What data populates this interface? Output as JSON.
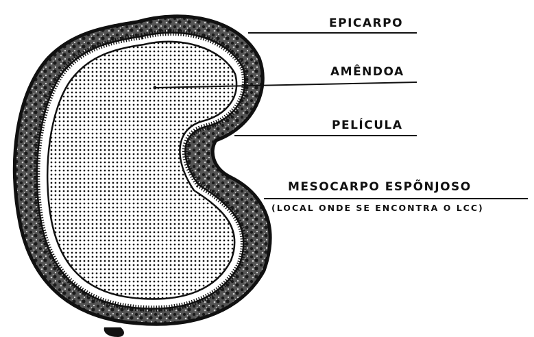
{
  "labels": {
    "epicarpo": "EPICARPO",
    "amendoa": "AMÊNDOA",
    "pelicula": "PELÍCULA",
    "mesocarpo": "MESOCARPO ESPÕNJOSO",
    "local": "(LOCAL ONDE SE ENCONTRA O LCC)"
  },
  "colors": {
    "ink": "#111111",
    "paper": "#ffffff"
  }
}
